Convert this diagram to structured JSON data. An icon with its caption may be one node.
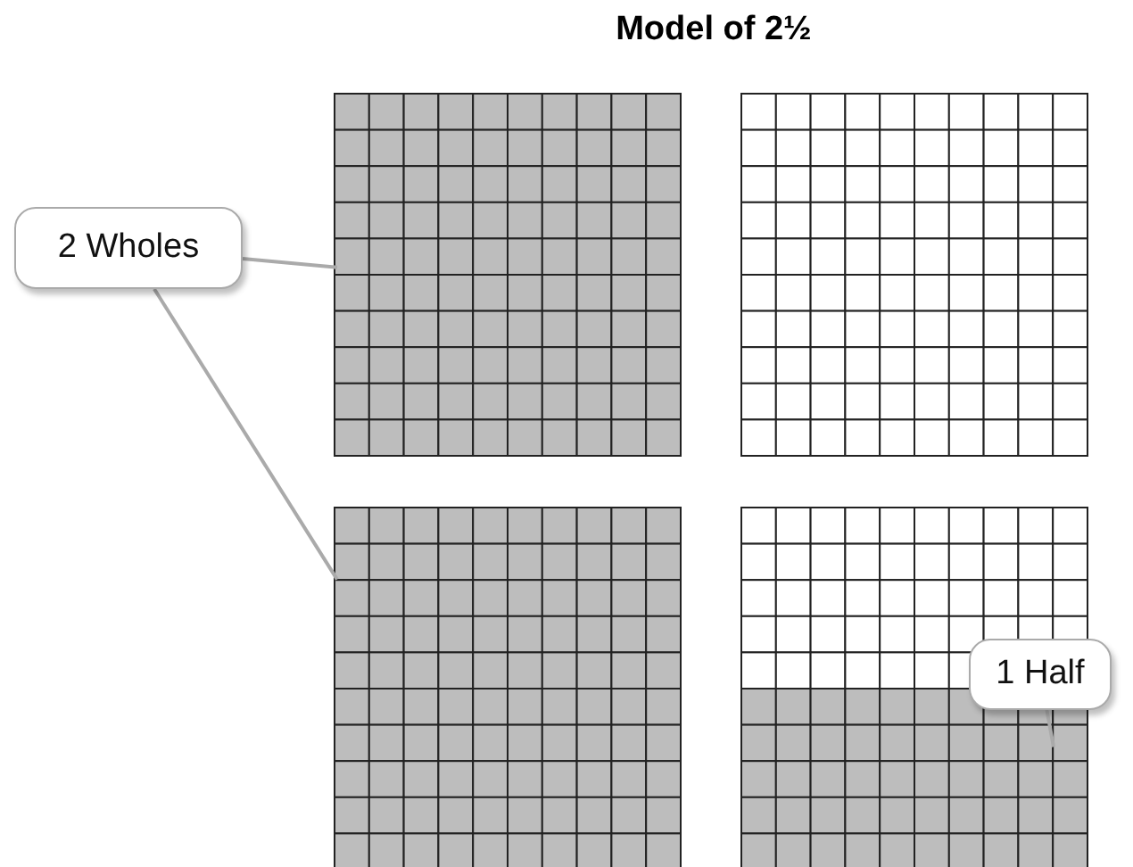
{
  "diagram": {
    "title": "Model of 2½",
    "nodes": [
      {
        "text": [],
        "shape": "box"
      },
      {
        "text": [],
        "shape": "box"
      },
      {
        "text": [
          "2 Wholes"
        ]
      },
      {
        "text": [],
        "shape": "box"
      },
      {
        "text": [],
        "shape": "box"
      },
      {
        "text": [
          "1 Half"
        ]
      }
    ],
    "edges": [
      {
        "from": 2,
        "to": 0,
        "arrow": "none"
      },
      {
        "from": 2,
        "to": 3,
        "arrow": "none"
      },
      {
        "from": 5,
        "to": 4,
        "arrow": "none"
      }
    ]
  }
}
